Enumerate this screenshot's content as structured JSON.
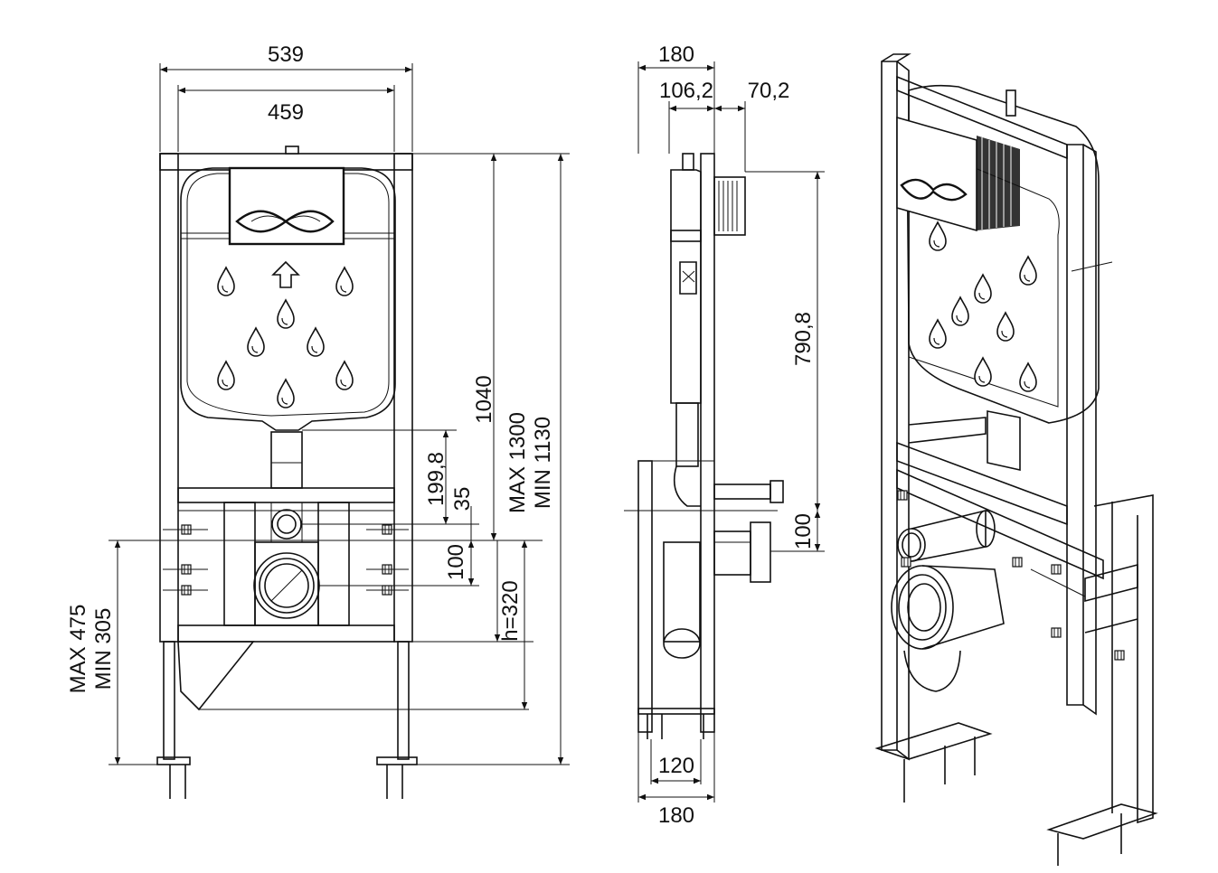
{
  "front_view": {
    "width_outer": "539",
    "width_inner": "459",
    "height_total": "1040",
    "height_max": "MAX 1300",
    "height_min": "MIN 1130",
    "dim_199": "199,8",
    "dim_35": "35",
    "dim_100": "100",
    "dim_h": "h=320",
    "leg_max": "MAX 475",
    "leg_min": "MIN 305"
  },
  "side_view": {
    "depth_top": "180",
    "depth_a": "106,2",
    "depth_b": "70,2",
    "height_button": "790,8",
    "dim_100": "100",
    "foot_inner": "120",
    "foot_outer": "180"
  }
}
